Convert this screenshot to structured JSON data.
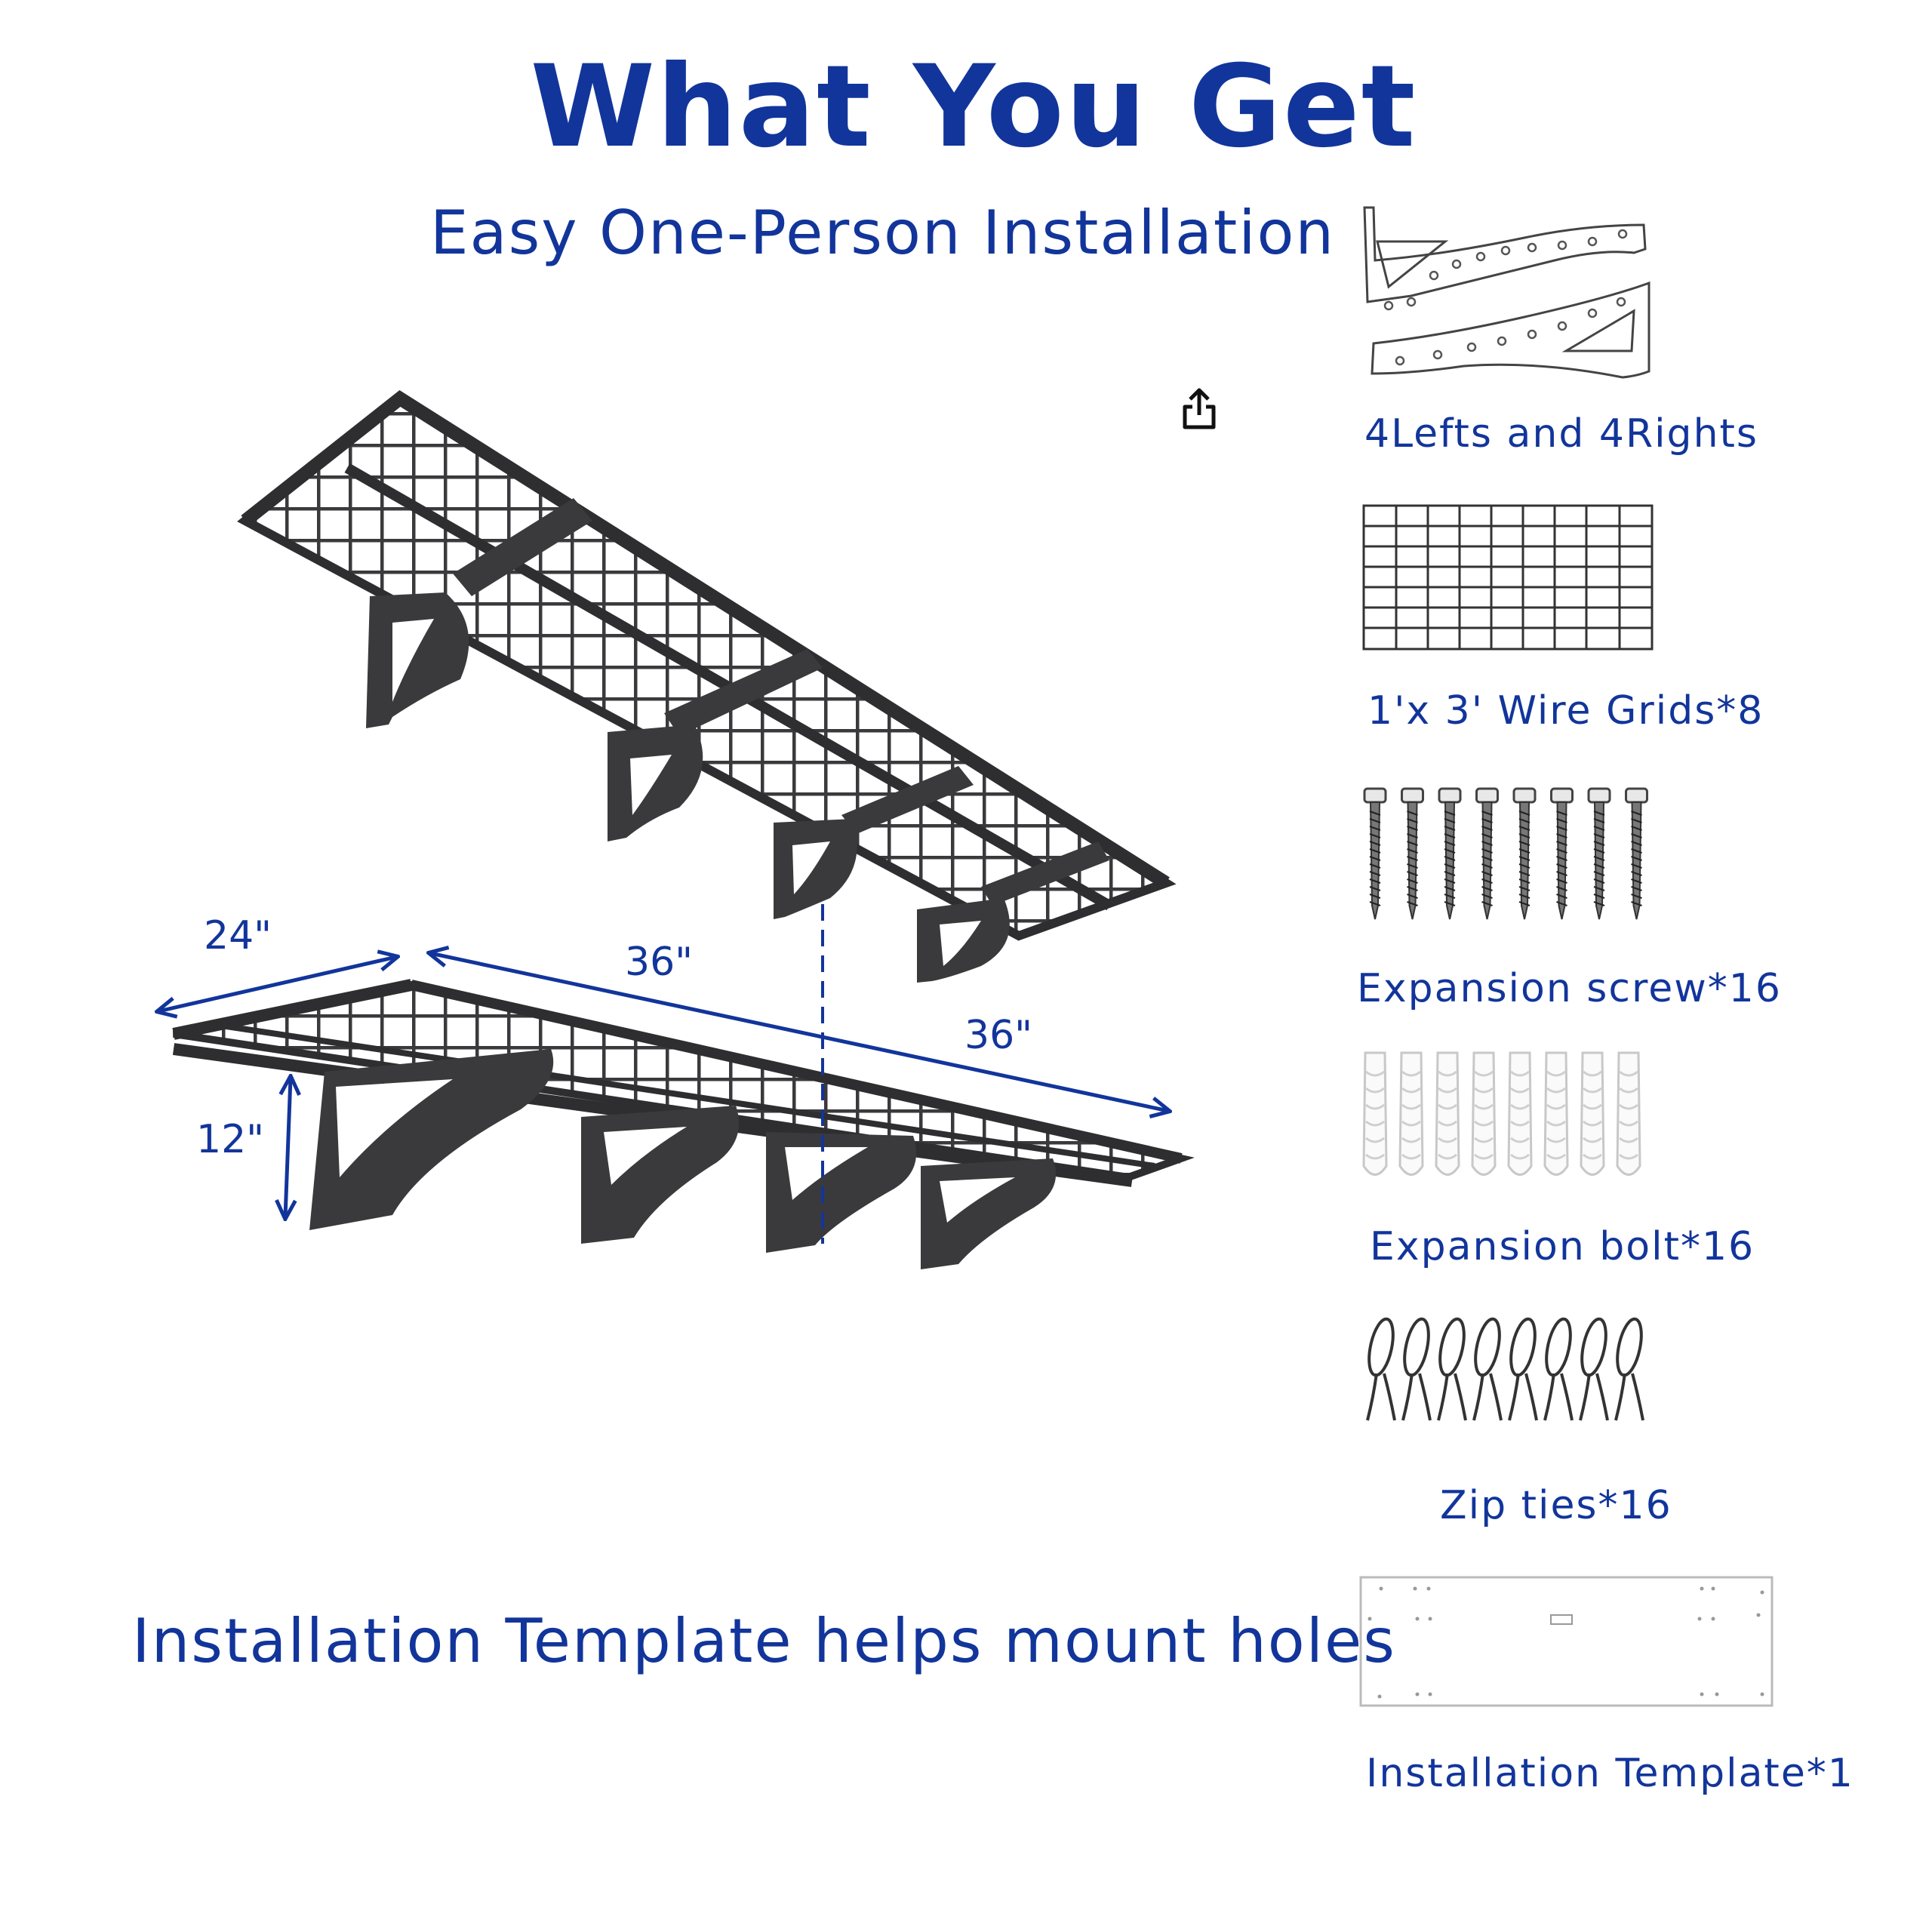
{
  "header": {
    "title": "What You Get",
    "subtitle": "Easy One-Person Installation"
  },
  "dimensions": {
    "depth": "24\"",
    "length_1": "36\"",
    "length_2": "36\"",
    "height": "12\""
  },
  "caption": "Installation Template helps mount holes",
  "items": [
    {
      "label": "4Lefts and 4Rights",
      "icon": "brackets-icon"
    },
    {
      "label": "1'x 3' Wire Grids*8",
      "icon": "wire-grid-icon"
    },
    {
      "label": "Expansion screw*16",
      "icon": "screws-icon"
    },
    {
      "label": "Expansion bolt*16",
      "icon": "anchor-bolts-icon"
    },
    {
      "label": "Zip ties*16",
      "icon": "zip-ties-icon"
    },
    {
      "label": "Installation Template*1",
      "icon": "template-icon"
    }
  ],
  "colors": {
    "accent": "#12359b",
    "product": "#3a3a3c",
    "line_art": "#444444"
  }
}
